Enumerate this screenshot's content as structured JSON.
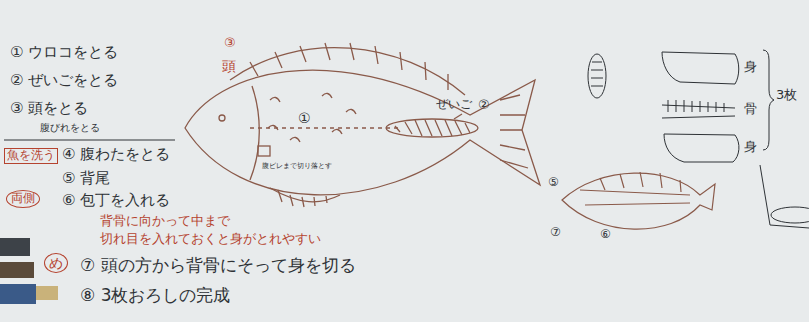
{
  "diagram": {
    "labels": [
      "① ウロコをとる",
      "② ぜいごをとる",
      "③ 頭をとる",
      "腹びれをとる",
      "魚を洗う",
      "④ 腹わたをとる",
      "⑤ 背尾",
      "⑥ 包丁を入れる",
      "両側",
      "背骨に向かって中まで",
      "切れ目を入れておくと身がとれやすい",
      "め",
      "⑦ 頭の方から背骨にそって身を切る",
      "⑧ 3枚おろしの完成",
      "③",
      "頭",
      "①",
      "腹ビレまで切り落とす",
      "ぜいご",
      "②",
      "身",
      "骨",
      "身",
      "3枚",
      "⑤",
      "⑦",
      "⑥"
    ]
  }
}
